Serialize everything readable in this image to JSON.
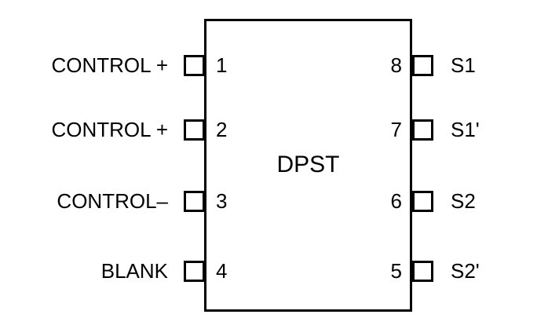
{
  "diagram": {
    "type": "ic-pinout",
    "part_label": "DPST",
    "colors": {
      "stroke": "#000000",
      "background": "#ffffff",
      "text": "#000000"
    },
    "pins_left": [
      {
        "number": "1",
        "label": "CONTROL +"
      },
      {
        "number": "2",
        "label": "CONTROL +"
      },
      {
        "number": "3",
        "label": "CONTROL–"
      },
      {
        "number": "4",
        "label": "BLANK"
      }
    ],
    "pins_right": [
      {
        "number": "8",
        "label": "S1"
      },
      {
        "number": "7",
        "label": "S1'"
      },
      {
        "number": "6",
        "label": "S2"
      },
      {
        "number": "5",
        "label": "S2'"
      }
    ]
  }
}
